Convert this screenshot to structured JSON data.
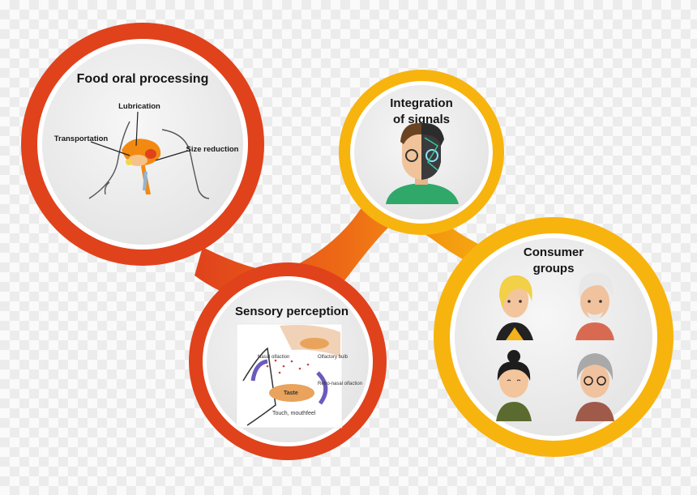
{
  "food_oral_processing": {
    "title": "Food oral processing",
    "labels": {
      "lubrication": "Lubrication",
      "transportation": "Transportation",
      "size_reduction": "Size reduction"
    }
  },
  "integration": {
    "title_line1": "Integration",
    "title_line2": "of signals"
  },
  "sensory_perception": {
    "title": "Sensory perception",
    "labels": {
      "nasal_olfaction": "Nasal olfaction",
      "olfactory_bulb": "Olfactory bulb",
      "retro_nasal": "Retro-nasal olfaction",
      "taste": "Taste",
      "touch": "Touch, mouthfeel"
    }
  },
  "consumer_groups": {
    "title_line1": "Consumer",
    "title_line2": "groups"
  },
  "colors": {
    "red_ring": "#e0421c",
    "orange_ring": "#f28a12",
    "yellow_ring": "#f7b40e",
    "inner_disc": "#ededed"
  }
}
